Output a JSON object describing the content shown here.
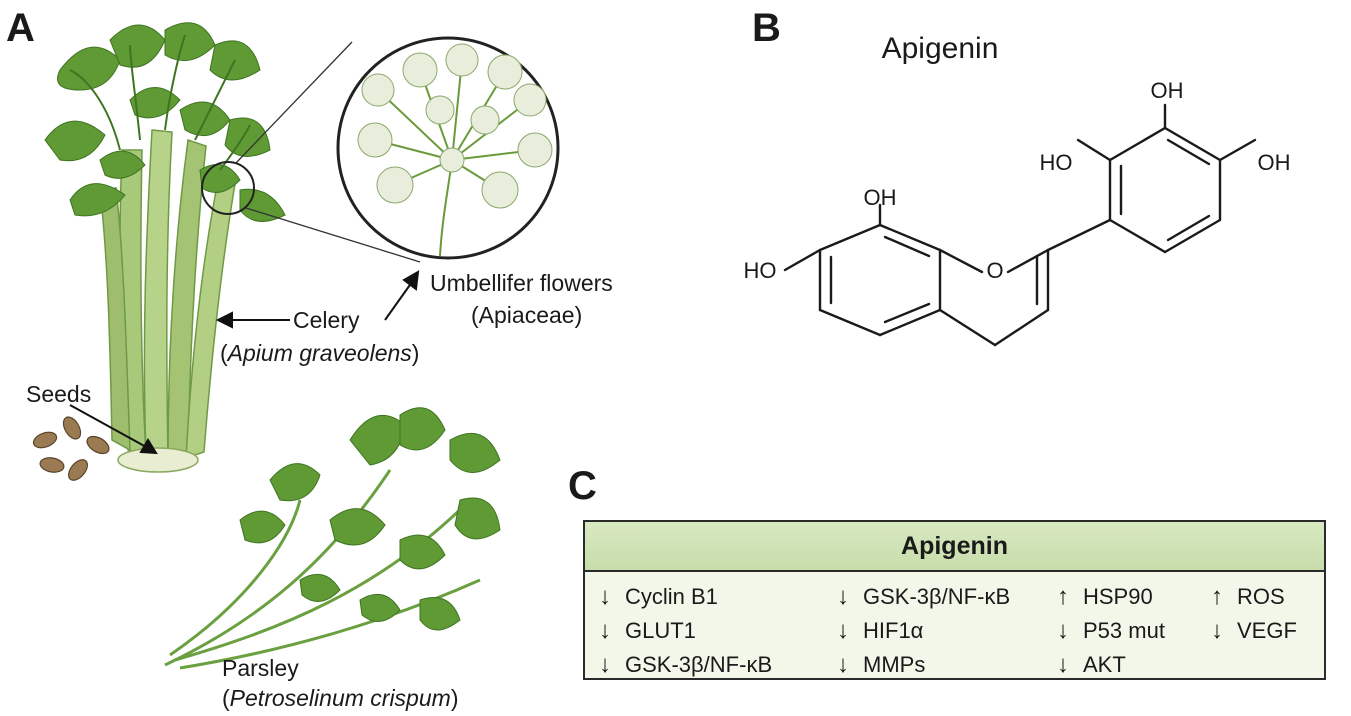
{
  "panels": {
    "a": "A",
    "b": "B",
    "c": "C"
  },
  "panel_a": {
    "celery_name": "Celery",
    "celery_open": "(",
    "celery_latin": "Apium graveolens",
    "celery_close": ")",
    "flowers_line1": "Umbellifer flowers",
    "flowers_line2": "(Apiaceae)",
    "seeds": "Seeds",
    "parsley_name": "Parsley",
    "parsley_open": "(",
    "parsley_latin": "Petroselinum crispum",
    "parsley_close": ")"
  },
  "panel_b": {
    "title": "Apigenin",
    "atoms": {
      "oh_top": "OH",
      "ho_left_ring": "HO",
      "oh_right": "OH",
      "oh_8": "OH",
      "ho_7": "HO",
      "o_ring": "O"
    }
  },
  "panel_c": {
    "title": "Apigenin",
    "columns": [
      [
        {
          "arrow": "↓",
          "text": "Cyclin B1"
        },
        {
          "arrow": "↓",
          "text": "GLUT1"
        },
        {
          "arrow": "↓",
          "text": "GSK-3β/NF-κB"
        }
      ],
      [
        {
          "arrow": "↓",
          "text": "GSK-3β/NF-κB"
        },
        {
          "arrow": "↓",
          "text": "HIF1α"
        },
        {
          "arrow": "↓",
          "text": "MMPs"
        }
      ],
      [
        {
          "arrow": "↑",
          "text": "HSP90"
        },
        {
          "arrow": "↓",
          "text": "P53 mut"
        },
        {
          "arrow": "↓",
          "text": "AKT"
        }
      ],
      [
        {
          "arrow": "↑",
          "text": "ROS"
        },
        {
          "arrow": "↓",
          "text": "VEGF"
        }
      ]
    ]
  },
  "colors": {
    "leaf": "#5f9a34",
    "leaf_dark": "#3f7422",
    "stalk": "#a9c97a",
    "table_header": "#cfe2b5"
  }
}
